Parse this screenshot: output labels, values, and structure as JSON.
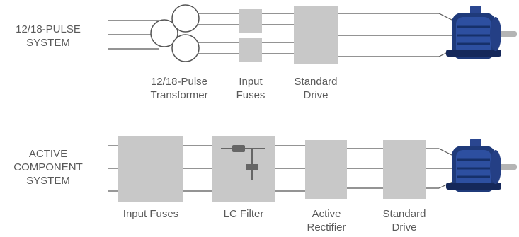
{
  "top_system": {
    "title_lines": [
      "12/18-PULSE",
      "SYSTEM"
    ],
    "components": [
      {
        "lines": [
          "12/18-Pulse",
          "Transformer"
        ]
      },
      {
        "lines": [
          "Input",
          "Fuses"
        ]
      },
      {
        "lines": [
          "Standard",
          "Drive"
        ]
      }
    ]
  },
  "bottom_system": {
    "title_lines": [
      "ACTIVE",
      "COMPONENT",
      "SYSTEM"
    ],
    "components": [
      {
        "lines": [
          "Input Fuses"
        ]
      },
      {
        "lines": [
          "LC Filter"
        ]
      },
      {
        "lines": [
          "Active",
          "Rectifier"
        ]
      },
      {
        "lines": [
          "Standard",
          "Drive"
        ]
      }
    ]
  },
  "colors": {
    "block": "#c8c8c8",
    "line": "#555555",
    "motor_body": "#1f3a7a",
    "text": "#595959"
  },
  "icons": [
    "transformer-symbol",
    "motor-icon",
    "lc-filter-symbol"
  ]
}
